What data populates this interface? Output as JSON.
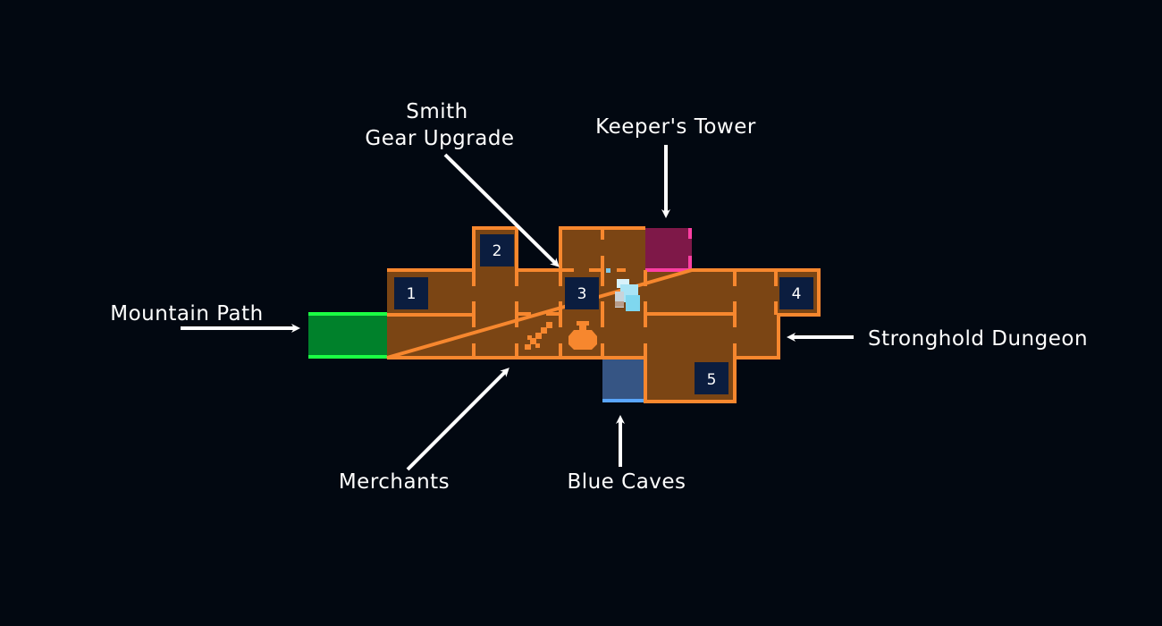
{
  "labels": {
    "smith_line1": "Smith",
    "smith_line2": "Gear Upgrade",
    "keepers_tower": "Keeper's Tower",
    "mountain_path": "Mountain Path",
    "stronghold_dungeon": "Stronghold Dungeon",
    "merchants": "Merchants",
    "blue_caves": "Blue Caves"
  },
  "rooms": {
    "r1": "1",
    "r2": "2",
    "r3": "3",
    "r4": "4",
    "r5": "5"
  },
  "icons": {
    "sword": "sword-icon",
    "pot": "pot-icon",
    "player": "player-marker-icon"
  },
  "colors": {
    "background": "#020811",
    "floor": "#7b4514",
    "wall": "#f7872e",
    "room_marker": "#0b1d3f",
    "mountain_path_exit": "#00812b",
    "mountain_path_edge": "#1bff44",
    "keepers_tower_exit": "#7e1848",
    "keepers_tower_edge": "#ff3fa4",
    "blue_caves_exit": "#365584",
    "blue_caves_edge": "#5aa6ff",
    "arrows": "#ffffff"
  }
}
